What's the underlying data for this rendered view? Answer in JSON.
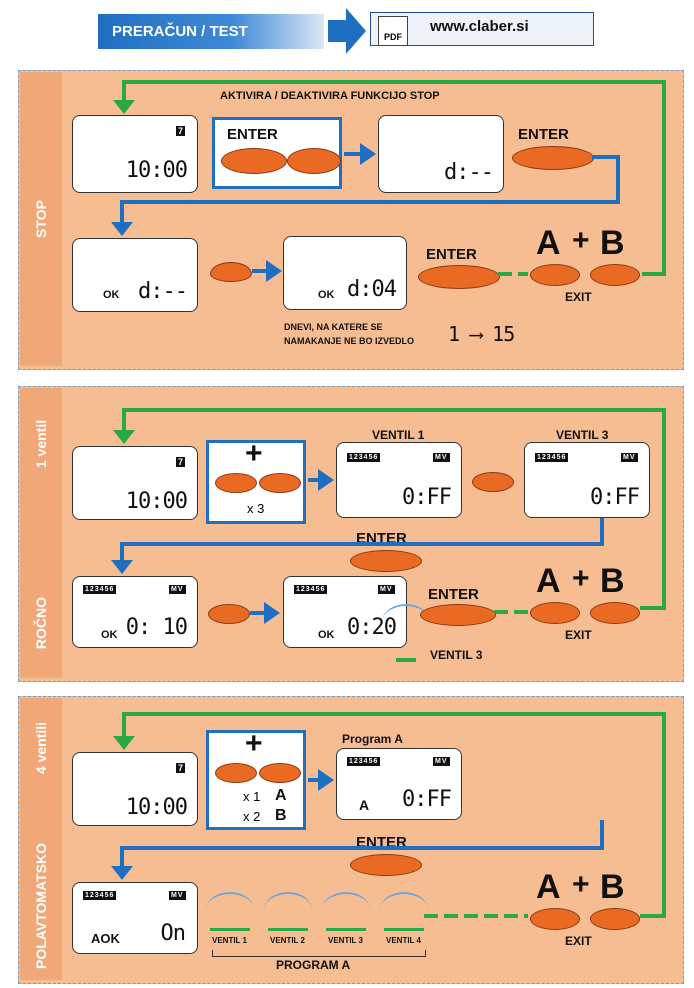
{
  "header": {
    "title": "PRERAČUN / TEST",
    "url": "www.claber.si",
    "pdf_label": "PDF"
  },
  "colors": {
    "panel": "#f6bd93",
    "side": "#f0a878",
    "blue": "#1f6fc0",
    "green": "#2aa845",
    "orange": "#ea6a24"
  },
  "common": {
    "enter": "ENTER",
    "exit": "EXIT",
    "a": "A",
    "plus": "+",
    "b": "B",
    "time": "10:00",
    "day7": "7",
    "ok": "OK",
    "strip": "123456",
    "mv": "MV"
  },
  "stop": {
    "side_label": "STOP",
    "caption": "AKTIVIRA / DEAKTIVIRA FUNKCIJO STOP",
    "disp_d": "d:--",
    "disp_d2": "d:--",
    "disp_d04": "d:04",
    "note_line1": "DNEVI, NA KATERE SE",
    "note_line2": "NAMAKANJE NE BO IZVEDLO",
    "range": "1 ⟶ 15"
  },
  "manual": {
    "side_top": "1 ventil",
    "side_bottom": "ROČNO",
    "times": "x 3",
    "ventil1": "VENTIL 1",
    "ventil3": "VENTIL 3",
    "off": "0:FF",
    "off2": "0:FF",
    "t10": "0: 10",
    "t20": "0:20",
    "sprinkler_label": "VENTIL 3"
  },
  "semi": {
    "side_top": "4 ventili",
    "side_bottom": "POLAVTOMATSKO",
    "x1": "x 1",
    "x2": "x 2",
    "prog_a_title": "Program A",
    "prog_letter": "A",
    "off": "0:FF",
    "aok": "AOK",
    "on": "On",
    "valves": [
      "VENTIL 1",
      "VENTIL 2",
      "VENTIL 3",
      "VENTIL 4"
    ],
    "program": "PROGRAM   A"
  }
}
